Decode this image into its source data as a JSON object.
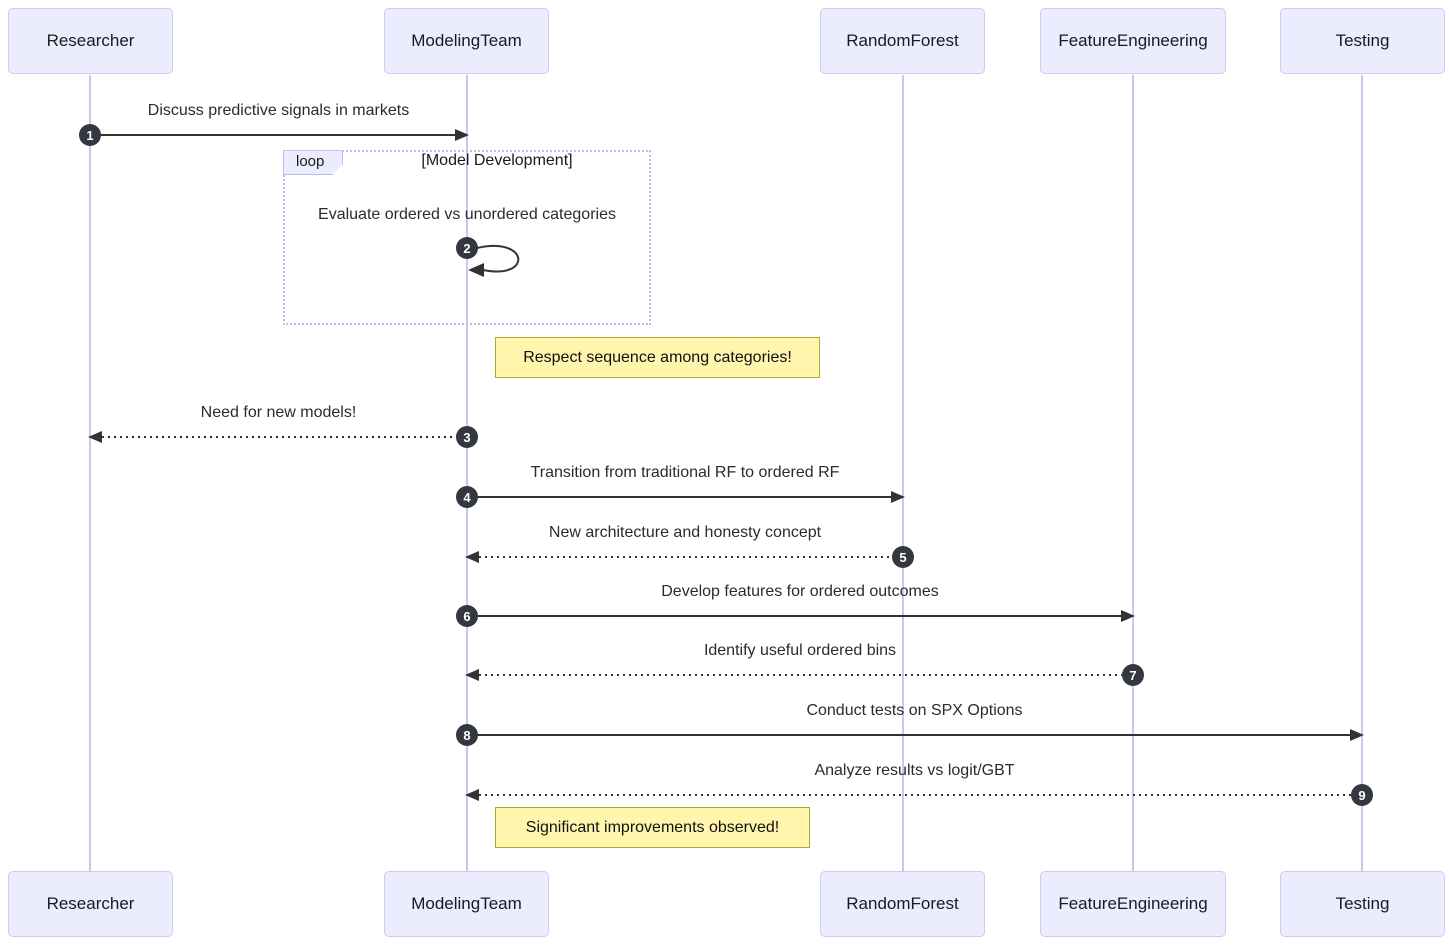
{
  "diagram": {
    "type": "sequence-diagram",
    "participants": [
      {
        "name": "Researcher"
      },
      {
        "name": "ModelingTeam"
      },
      {
        "name": "RandomForest"
      },
      {
        "name": "FeatureEngineering"
      },
      {
        "name": "Testing"
      }
    ],
    "loop": {
      "label": "loop",
      "title": "[Model Development]"
    },
    "messages": [
      {
        "seq": 1,
        "from": "Researcher",
        "to": "ModelingTeam",
        "text": "Discuss predictive signals in markets",
        "style": "solid"
      },
      {
        "seq": 2,
        "from": "ModelingTeam",
        "to": "ModelingTeam",
        "text": "Evaluate ordered vs unordered categories",
        "style": "self"
      },
      {
        "seq": 3,
        "from": "ModelingTeam",
        "to": "Researcher",
        "text": "Need for new models!",
        "style": "dashed"
      },
      {
        "seq": 4,
        "from": "ModelingTeam",
        "to": "RandomForest",
        "text": "Transition from traditional RF to ordered RF",
        "style": "solid"
      },
      {
        "seq": 5,
        "from": "RandomForest",
        "to": "ModelingTeam",
        "text": "New architecture and honesty concept",
        "style": "dashed"
      },
      {
        "seq": 6,
        "from": "ModelingTeam",
        "to": "FeatureEngineering",
        "text": "Develop features for ordered outcomes",
        "style": "solid"
      },
      {
        "seq": 7,
        "from": "FeatureEngineering",
        "to": "ModelingTeam",
        "text": "Identify useful ordered bins",
        "style": "dashed"
      },
      {
        "seq": 8,
        "from": "ModelingTeam",
        "to": "Testing",
        "text": "Conduct tests on SPX Options",
        "style": "solid"
      },
      {
        "seq": 9,
        "from": "Testing",
        "to": "ModelingTeam",
        "text": "Analyze results vs logit/GBT",
        "style": "dashed"
      }
    ],
    "notes": [
      {
        "text": "Respect sequence among categories!",
        "anchor": "ModelingTeam"
      },
      {
        "text": "Significant improvements observed!",
        "anchor": "ModelingTeam"
      }
    ],
    "colors": {
      "actor_fill": "#ECECFF",
      "actor_border": "#CFCAF0",
      "lifeline": "#CCC8EC",
      "arrow": "#333333",
      "sequence_number_bg": "#333740",
      "sequence_number_text": "#FFFFFF",
      "note_fill": "#FFF5AD",
      "note_border": "#AAAA33",
      "loop_border": "#C1BCEC",
      "text": "#2B2B2B",
      "background": "#FFFFFF"
    }
  }
}
